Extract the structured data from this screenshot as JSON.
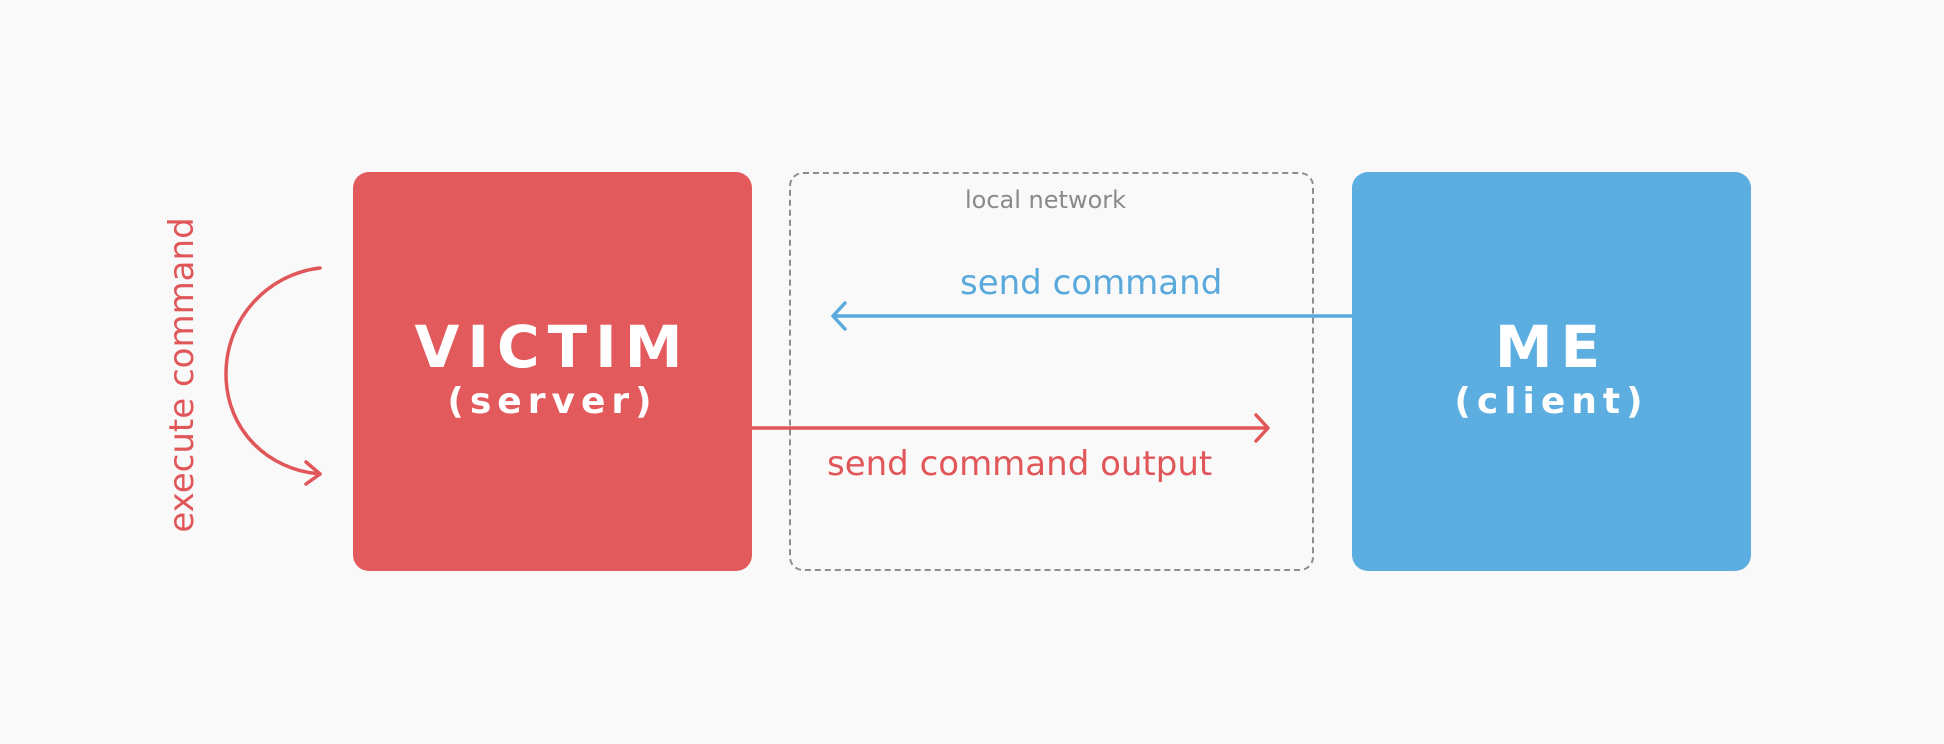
{
  "victim": {
    "title": "VICTIM",
    "subtitle": "(server)"
  },
  "me": {
    "title": "ME",
    "subtitle": "(client)"
  },
  "network": {
    "label": "local network"
  },
  "arrows": {
    "send_command": "send command",
    "send_command_output": "send command output",
    "execute_command": "execute command"
  },
  "colors": {
    "victim": "#e35a5c",
    "me": "#5daee0",
    "network_border": "#8e8e8e",
    "background": "#f9f9f9"
  }
}
